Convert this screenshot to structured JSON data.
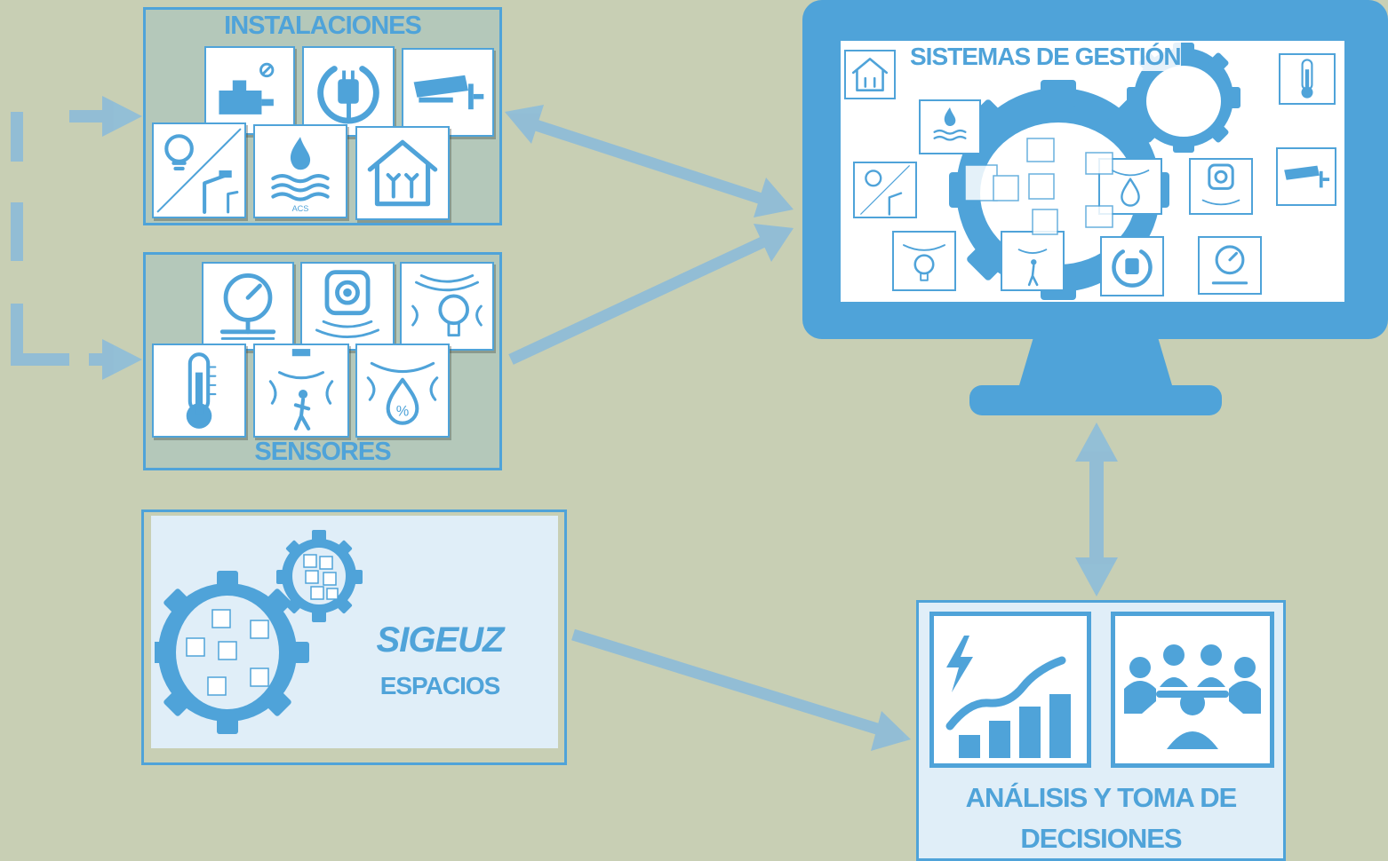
{
  "instalaciones": {
    "title": "INSTALACIONES",
    "tiles": [
      "boiler-icon",
      "plug-icon",
      "cctv-camera-icon",
      "lighting-icon",
      "hot-water-icon",
      "electrical-house-icon"
    ],
    "acs_label": "ACS"
  },
  "sensores": {
    "title": "SENSORES",
    "tiles": [
      "pressure-gauge-icon",
      "presence-sensor-icon",
      "light-sensor-icon",
      "thermometer-icon",
      "motion-sensor-icon",
      "humidity-sensor-icon"
    ],
    "percent_label": "%"
  },
  "sigeuz": {
    "name": "SIGEUZ",
    "subtitle": "ESPACIOS"
  },
  "gestion": {
    "title": "SISTEMAS DE GESTIÓN"
  },
  "analisis": {
    "title_line1": "ANÁLISIS Y TOMA DE",
    "title_line2": "DECISIONES",
    "icons": [
      "energy-growth-chart-icon",
      "team-meeting-icon"
    ]
  },
  "colors": {
    "background": "#c8cfb4",
    "accent": "#4fa3d9",
    "arrow": "#8dbcd9",
    "grey_panel": "#b4c8ba",
    "light_panel": "#e0eef8"
  }
}
